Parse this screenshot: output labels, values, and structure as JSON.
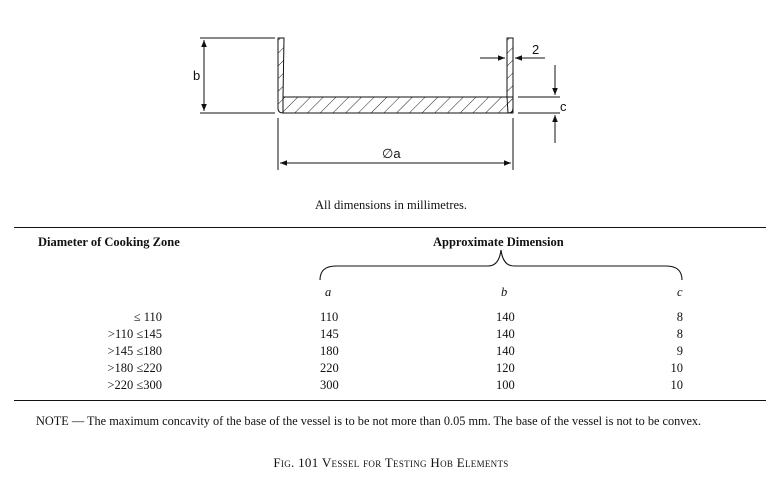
{
  "figure": {
    "dimension_labels": {
      "b": "b",
      "two": "2",
      "c": "c",
      "diameter": "∅a"
    },
    "units_note": "All dimensions in millimetres."
  },
  "table": {
    "col_header_zone": "Diameter of Cooking Zone",
    "col_header_dim": "Approximate Dimension",
    "sub_headers": {
      "a": "a",
      "b": "b",
      "c": "c"
    },
    "rows": [
      {
        "zone": "≤ 110",
        "a": "110",
        "b": "140",
        "c": "8"
      },
      {
        "zone": ">110 ≤145",
        "a": "145",
        "b": "140",
        "c": "8"
      },
      {
        "zone": ">145 ≤180",
        "a": "180",
        "b": "140",
        "c": "9"
      },
      {
        "zone": ">180 ≤220",
        "a": "220",
        "b": "120",
        "c": "10"
      },
      {
        "zone": ">220 ≤300",
        "a": "300",
        "b": "100",
        "c": "10"
      }
    ]
  },
  "note": "NOTE  — The maximum concavity of the base of the vessel is to be not more than 0.05 mm. The base of the vessel is not to be convex.",
  "caption": "Fig. 101 Vessel for Testing Hob Elements"
}
